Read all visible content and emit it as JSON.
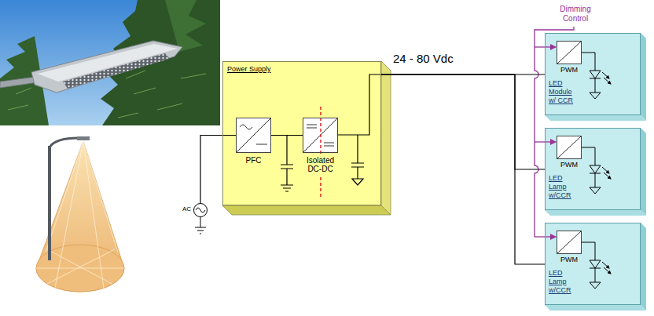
{
  "diagram": {
    "nodes": [
      {
        "text": [
          "AC"
        ]
      },
      {
        "text": [
          "Power Supply"
        ]
      },
      {
        "text": [
          "PFC"
        ],
        "in": 1
      },
      {
        "text": [
          "Isolated DC-DC"
        ],
        "in": 1
      },
      {
        "text": [
          "LED Module w/ CCR"
        ]
      },
      {
        "text": [
          "PWM"
        ],
        "in": 4
      },
      {
        "text": [
          "LED Lamp w/CCR"
        ]
      },
      {
        "text": [
          "PWM"
        ],
        "in": 6
      },
      {
        "text": [
          "LED Lamp w/CCR"
        ]
      },
      {
        "text": [
          "PWM"
        ],
        "in": 8
      }
    ],
    "edges": [
      {
        "from": 0,
        "to": 2,
        "arrow": "none"
      },
      {
        "from": 2,
        "to": 3,
        "arrow": "none"
      },
      {
        "from": 1,
        "to": 4,
        "arrow": "none"
      },
      {
        "from": 1,
        "to": 6,
        "arrow": "none"
      },
      {
        "from": 1,
        "to": 8,
        "arrow": "none"
      }
    ],
    "labels": [
      "24 - 80 Vdc",
      "Dimming Control"
    ]
  }
}
